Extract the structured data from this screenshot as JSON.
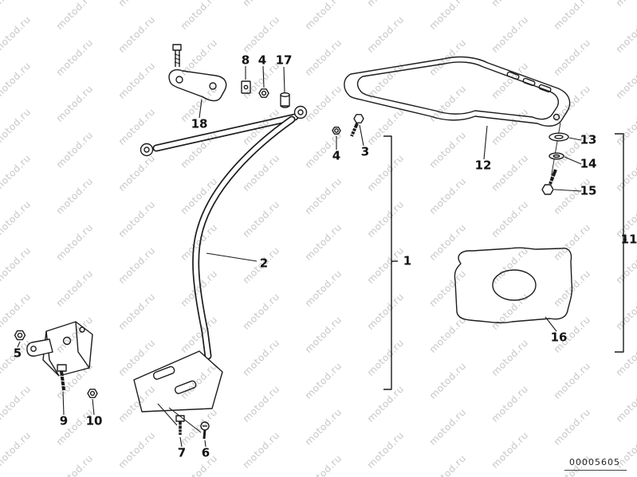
{
  "diagram": {
    "watermark_text": "motod.ru",
    "watermark_color": "#c8c8c8",
    "line_color": "#1c1c1c",
    "doc_number": "00005605",
    "callouts": [
      {
        "id": "c18",
        "text": "18"
      },
      {
        "id": "c8",
        "text": "8"
      },
      {
        "id": "c4a",
        "text": "4"
      },
      {
        "id": "c17",
        "text": "17"
      },
      {
        "id": "c4b",
        "text": "4"
      },
      {
        "id": "c3",
        "text": "3"
      },
      {
        "id": "c12",
        "text": "12"
      },
      {
        "id": "c13",
        "text": "13"
      },
      {
        "id": "c14",
        "text": "14"
      },
      {
        "id": "c15",
        "text": "15"
      },
      {
        "id": "c11",
        "text": "11"
      },
      {
        "id": "c2",
        "text": "2"
      },
      {
        "id": "c1",
        "text": "1"
      },
      {
        "id": "c16",
        "text": "16"
      },
      {
        "id": "c5",
        "text": "5"
      },
      {
        "id": "c9",
        "text": "9"
      },
      {
        "id": "c10",
        "text": "10"
      },
      {
        "id": "c7",
        "text": "7"
      },
      {
        "id": "c6",
        "text": "6"
      }
    ]
  }
}
